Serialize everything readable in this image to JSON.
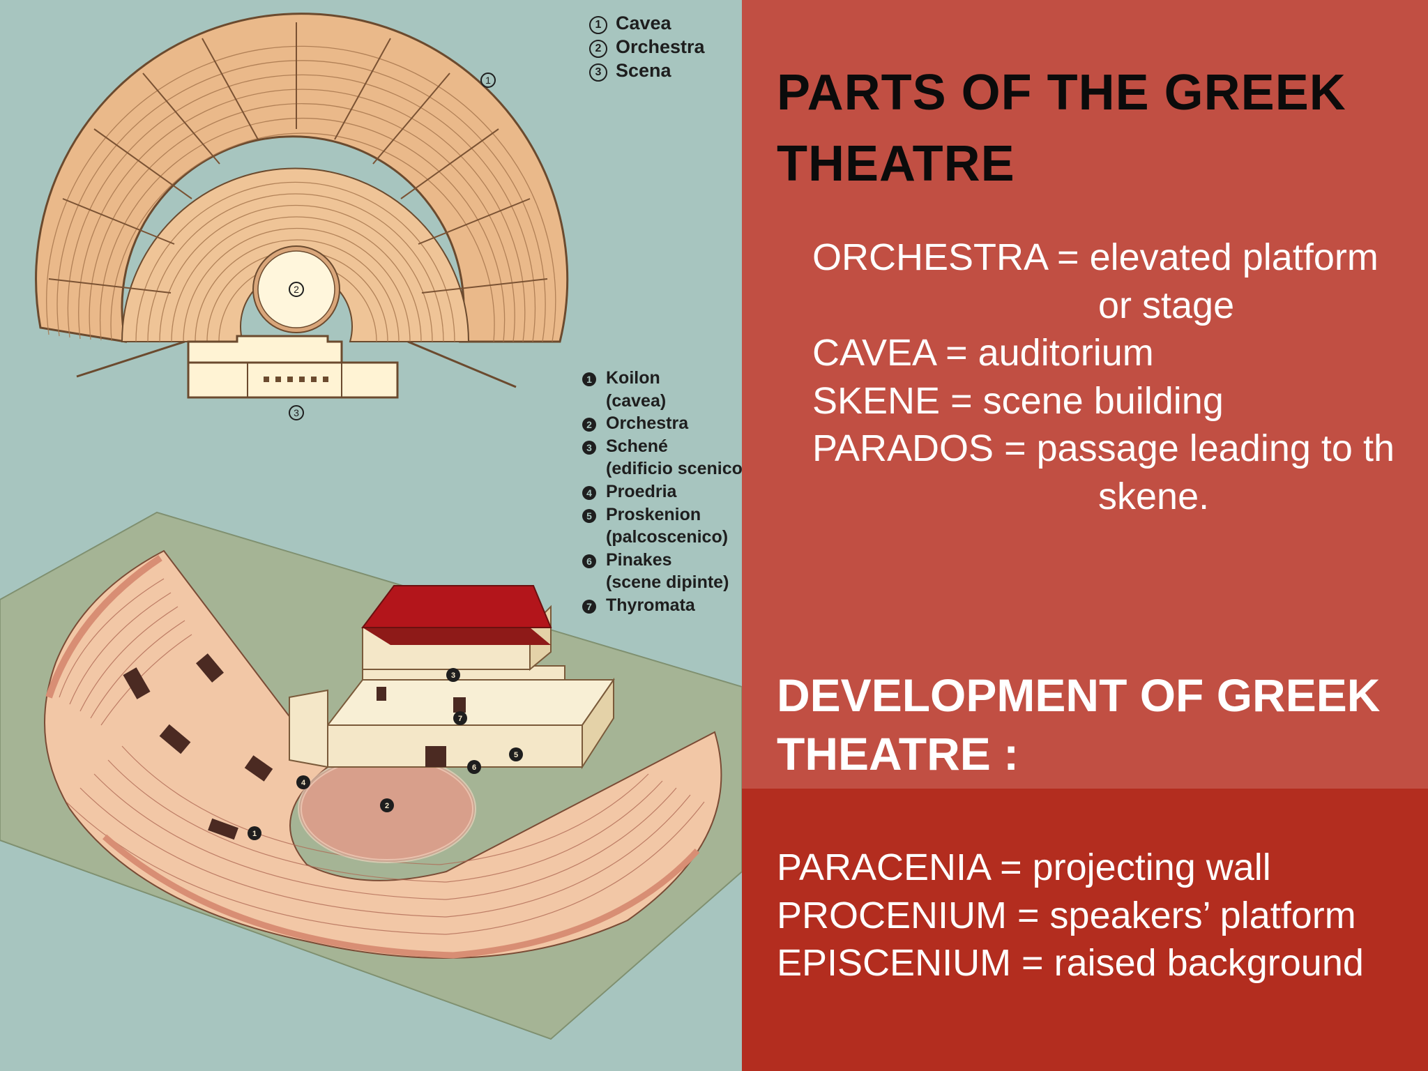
{
  "legend_plan": {
    "items": [
      {
        "num": "1",
        "label": "Cavea"
      },
      {
        "num": "2",
        "label": "Orchestra"
      },
      {
        "num": "3",
        "label": "Scena"
      }
    ]
  },
  "legend_iso": {
    "items": [
      {
        "num": "1",
        "label": "Koilon",
        "sub": "(cavea)"
      },
      {
        "num": "2",
        "label": "Orchestra",
        "sub": ""
      },
      {
        "num": "3",
        "label": "Schené",
        "sub": "(edificio scenico)"
      },
      {
        "num": "4",
        "label": "Proedria",
        "sub": ""
      },
      {
        "num": "5",
        "label": "Proskenion",
        "sub": "(palcoscenico)"
      },
      {
        "num": "6",
        "label": "Pinakes",
        "sub": "(scene dipinte)"
      },
      {
        "num": "7",
        "label": "Thyromata",
        "sub": ""
      }
    ]
  },
  "plan_markers": {
    "m1": "1",
    "m2": "2",
    "m3": "3"
  },
  "iso_markers": {
    "m1": "1",
    "m2": "2",
    "m3": "3",
    "m4": "4",
    "m5": "5",
    "m6": "6",
    "m7": "7"
  },
  "slide": {
    "title": "PARTS OF THE GREEK THEATRE",
    "parts": [
      "ORCHESTRA = elevated platform",
      "or stage",
      "CAVEA = auditorium",
      "SKENE = scene building",
      "PARADOS = passage leading to th",
      "skene."
    ],
    "subtitle": "DEVELOPMENT OF GREEK THEATRE :",
    "development": [
      "PARACENIA = projecting wall",
      "PROCENIUM = speakers’ platform",
      "EPISCENIUM = raised background"
    ]
  },
  "colors": {
    "panel_top": "#c14f43",
    "panel_bottom": "#b32d1f",
    "diagram_bg": "#a7c5bf",
    "seating": "#e9b98a",
    "roof": "#b3151b"
  }
}
